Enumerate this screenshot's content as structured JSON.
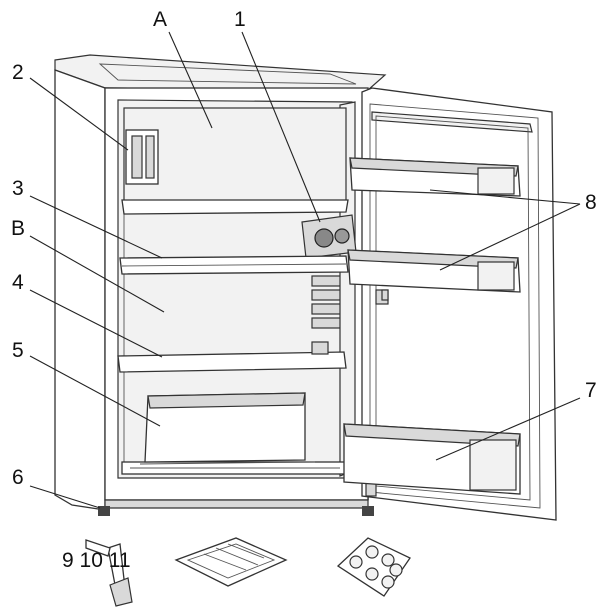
{
  "labels": {
    "A": "A",
    "B": "B",
    "n1": "1",
    "n2": "2",
    "n3": "3",
    "n4": "4",
    "n5": "5",
    "n6": "6",
    "n7": "7",
    "n8": "8",
    "accessories": "9 10 11"
  }
}
